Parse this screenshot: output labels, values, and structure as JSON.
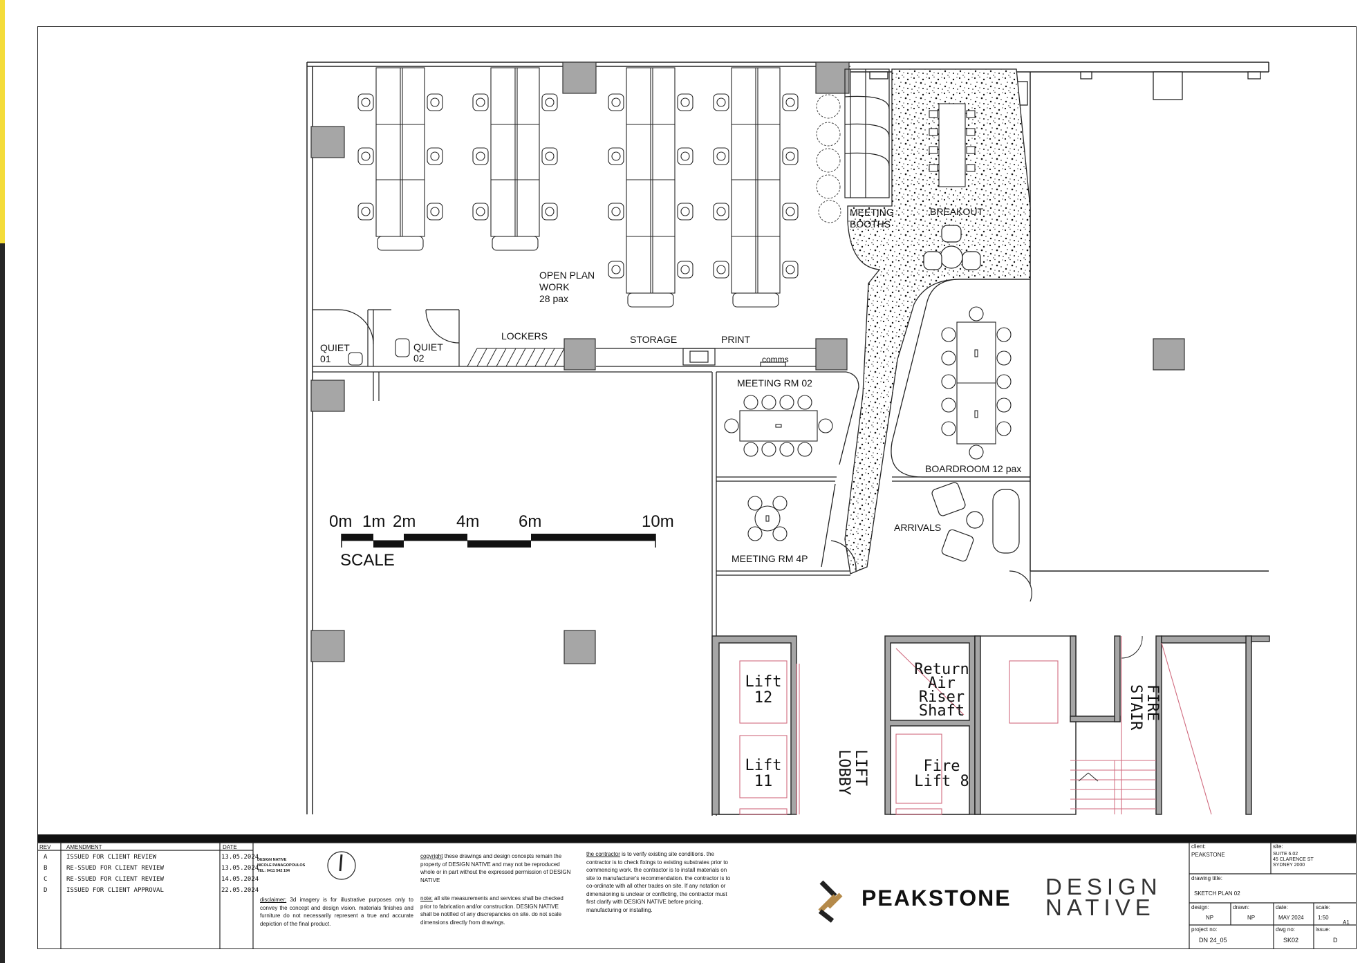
{
  "rooms": {
    "open_plan": [
      "OPEN PLAN",
      "WORK",
      "28 pax"
    ],
    "meeting_booths": [
      "MEETING",
      "BOOTHS"
    ],
    "breakout": "BREAKOUT",
    "quiet_01": [
      "QUIET",
      "01"
    ],
    "quiet_02": [
      "QUIET",
      "02"
    ],
    "lockers": "LOCKERS",
    "storage": "STORAGE",
    "print": "PRINT",
    "comms": "comms",
    "meeting_rm_02": "MEETING RM 02",
    "boardroom": "BOARDROOM 12 pax",
    "meeting_rm_4p": "MEETING RM 4P",
    "arrivals": "ARRIVALS"
  },
  "core": {
    "lift_12": [
      "Lift",
      "12"
    ],
    "lift_11": [
      "Lift",
      "11"
    ],
    "lift_lobby": [
      "LIFT",
      "LOBBY"
    ],
    "return_air": [
      "Return",
      "Air",
      "Riser",
      "Shaft"
    ],
    "fire_lift": [
      "Fire",
      "Lift 8"
    ],
    "fire_stair": [
      "FIRE",
      "STAIR"
    ]
  },
  "scale_bar": {
    "ticks": [
      "0m",
      "1m",
      "2m",
      "4m",
      "6m",
      "10m"
    ],
    "label": "SCALE"
  },
  "revisions": {
    "headers": {
      "rev": "REV",
      "amendment": "AMENDMENT",
      "date": "DATE"
    },
    "rows": [
      {
        "rev": "A",
        "amendment": "ISSUED FOR CLIENT REVIEW",
        "date": "13.05.2024"
      },
      {
        "rev": "B",
        "amendment": "RE-SSUED FOR CLIENT REVIEW",
        "date": "13.05.2024"
      },
      {
        "rev": "C",
        "amendment": "RE-SSUED FOR CLIENT REVIEW",
        "date": "14.05.2024"
      },
      {
        "rev": "D",
        "amendment": "ISSUED FOR CLIENT APPROVAL",
        "date": "22.05.2024"
      }
    ]
  },
  "designer": {
    "lines": [
      "DESIGN NATIVE",
      "NICOLE PANAGOPOULOS",
      "TEL: 0411 542 194"
    ]
  },
  "notes": {
    "disclaimer_head": "disclaimer:",
    "disclaimer": "3d imagery is for illustrative purposes only to convey the concept and design vision. materials finishes and furniture do not necessarily represent a true and accurate depiction of the final product.",
    "copyright_head": "copyright",
    "copyright": "these drawings and design concepts remain the property of DESIGN NATIVE and may not be reproduced whole or in part without the expressed permission of DESIGN NATIVE",
    "note_head": "note:",
    "note": "all site measurements and services shall be checked prior to fabrication and/or construction. DESIGN NATIVE shall be notified of any discrepancies on site. do not scale dimensions directly from drawings.",
    "contractor_head": "the contractor",
    "contractor": "is to verify existing site conditions. the contractor is to check fixings to existing substrates prior to commencing work. the contractor is to install materials on site to manufacturer's recommendation. the contractor is to co-ordinate with all other trades on site. If any notation or dimensioning is unclear or conflicting, the contractor must first clarify with DESIGN NATIVE before pricing, manufacturing or installing."
  },
  "logos": {
    "client_logo": "PEAKSTONE",
    "designer_logo": [
      "DESIGN",
      "NATIVE"
    ]
  },
  "title_block": {
    "client_label": "client:",
    "client": "PEAKSTONE",
    "site_label": "site:",
    "site": [
      "SUITE 6.02",
      "45 CLARENCE ST",
      "SYDNEY 2000"
    ],
    "drawing_title_label": "drawing title:",
    "drawing_title": "SKETCH PLAN 02",
    "design_label": "design:",
    "design": "NP",
    "drawn_label": "drawn:",
    "drawn": "NP",
    "date_label": "date:",
    "date": "MAY 2024",
    "scale_label": "scale:",
    "scale": "1:50",
    "sheet_size": "A1",
    "project_no_label": "project no:",
    "project_no": "DN 24_05",
    "dwg_no_label": "dwg no:",
    "dwg_no": "SK02",
    "issue_label": "issue:",
    "issue": "D"
  },
  "colors": {
    "column_fill": "#a6a6a6",
    "line": "#222222",
    "core_red": "#d06a7e",
    "accent_yellow": "#f4dc3a",
    "logo_gold": "#b58a4a"
  }
}
